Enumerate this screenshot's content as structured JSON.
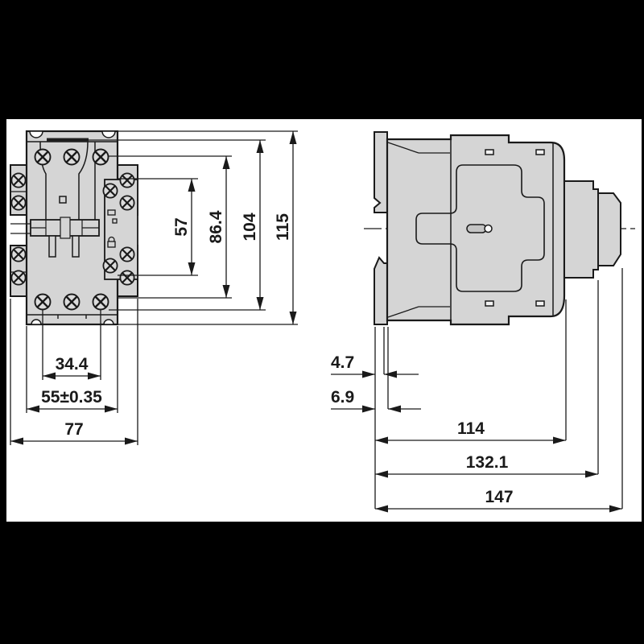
{
  "drawing": {
    "type": "technical-dimension-drawing",
    "subject": "contactor front and side views",
    "colors": {
      "background": "#000000",
      "canvas": "#ffffff",
      "body_fill": "#d5d5d5",
      "line": "#1a1a1a"
    }
  },
  "front_view": {
    "vertical_dims": [
      {
        "label": "57",
        "value": 57
      },
      {
        "label": "86.4",
        "value": 86.4
      },
      {
        "label": "104",
        "value": 104
      },
      {
        "label": "115",
        "value": 115
      }
    ],
    "horizontal_dims": [
      {
        "label": "34.4",
        "value": 34.4
      },
      {
        "label": "55±0.35",
        "value": 55,
        "tolerance": 0.35
      },
      {
        "label": "77",
        "value": 77
      }
    ]
  },
  "side_view": {
    "offset_dims": [
      {
        "label": "4.7",
        "value": 4.7
      },
      {
        "label": "6.9",
        "value": 6.9
      }
    ],
    "width_dims": [
      {
        "label": "114",
        "value": 114
      },
      {
        "label": "132.1",
        "value": 132.1
      },
      {
        "label": "147",
        "value": 147
      }
    ]
  }
}
